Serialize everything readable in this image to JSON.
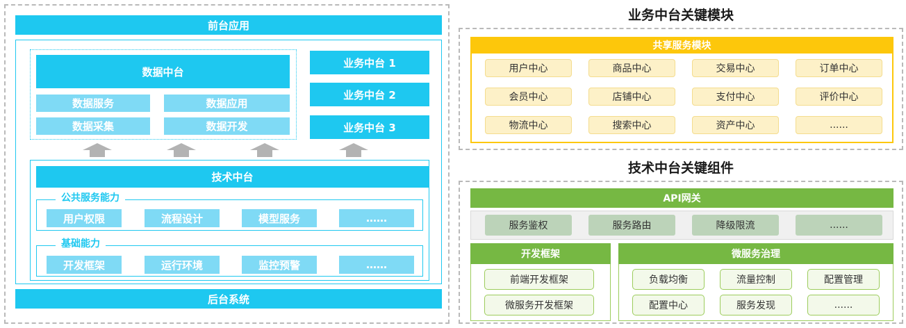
{
  "left": {
    "front_app": "前台应用",
    "backend": "后台系统",
    "data_platform": {
      "title": "数据中台",
      "cells": [
        "数据服务",
        "数据应用",
        "数据采集",
        "数据开发"
      ]
    },
    "business_platforms": [
      "业务中台 1",
      "业务中台 2",
      "业务中台 3"
    ],
    "tech_platform": {
      "title": "技术中台",
      "public_services": {
        "label": "公共服务能力",
        "items": [
          "用户权限",
          "流程设计",
          "模型服务",
          "……"
        ]
      },
      "basic": {
        "label": "基础能力",
        "items": [
          "开发框架",
          "运行环境",
          "监控预警",
          "……"
        ]
      }
    }
  },
  "right_top": {
    "title": "业务中台关键模块",
    "shared_bar": "共享服务模块",
    "rows": [
      [
        "用户中心",
        "商品中心",
        "交易中心",
        "订单中心"
      ],
      [
        "会员中心",
        "店铺中心",
        "支付中心",
        "评价中心"
      ],
      [
        "物流中心",
        "搜索中心",
        "资产中心",
        "......"
      ]
    ]
  },
  "right_bottom": {
    "title": "技术中台关键组件",
    "api_bar": "API网关",
    "api_items": [
      "服务鉴权",
      "服务路由",
      "降级限流",
      "......"
    ],
    "dev_framework": {
      "title": "开发框架",
      "items": [
        "前端开发框架",
        "微服务开发框架"
      ]
    },
    "micro_gov": {
      "title": "微服务治理",
      "items": [
        "负载均衡",
        "流量控制",
        "配置管理",
        "配置中心",
        "服务发现",
        "......"
      ]
    }
  },
  "colors": {
    "blue": "#1ec8f0",
    "light_blue": "#7fdaf5",
    "yellow": "#fdc70b",
    "green": "#76b843"
  }
}
